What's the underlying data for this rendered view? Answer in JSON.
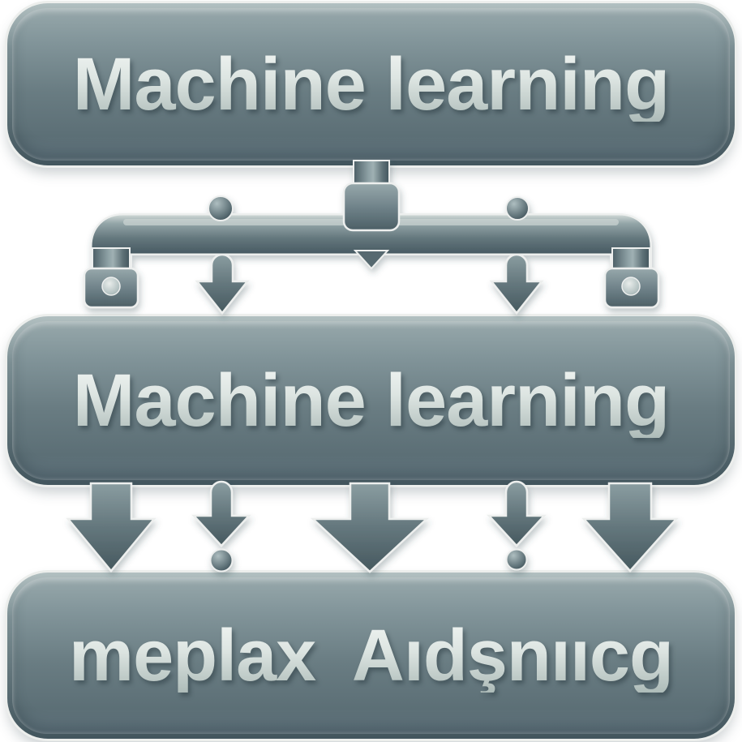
{
  "diagram": {
    "background_color": "#ffffff",
    "node_fill_top": "#97a8ab",
    "node_fill_bottom": "#5c6f76",
    "node_outline_color": "#eceeec",
    "label_gradient_top": "#f0f4f2",
    "label_gradient_bottom": "#aebcb9",
    "pipe_color": "#64777d",
    "nodes": [
      {
        "id": "top",
        "label": "Machine learning"
      },
      {
        "id": "middle",
        "label": "Machine learning"
      },
      {
        "id": "bottom",
        "label": "meplax  Aıdşnııcg"
      }
    ],
    "connectors": {
      "top_to_middle": {
        "style": "3d-pipe-manifold",
        "branch_count": 2,
        "arrow_count": 2,
        "knob_count": 2,
        "coupling_count": 3,
        "bolt_count": 2
      },
      "middle_to_bottom": {
        "style": "3d-arrows",
        "large_arrow_count": 3,
        "small_arrow_count": 2,
        "ball_count": 2
      }
    }
  }
}
